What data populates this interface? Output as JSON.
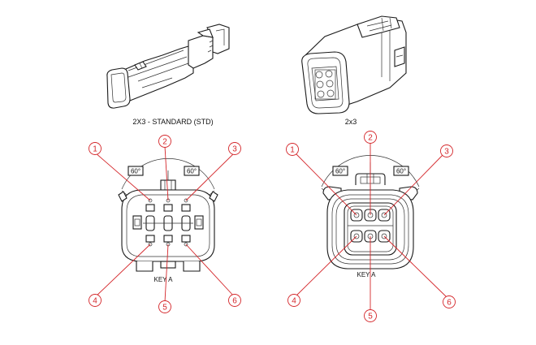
{
  "captions": {
    "left_view": "2X3 - STANDARD (STD)",
    "right_view": "2x3"
  },
  "angle_labels": {
    "left_a": "60°",
    "left_b": "60°",
    "right_a": "60°",
    "right_b": "60°"
  },
  "key_labels": {
    "left": "KEY A",
    "right": "KEY A"
  },
  "callouts_left": [
    "1",
    "2",
    "3",
    "4",
    "5",
    "6"
  ],
  "callouts_right": [
    "1",
    "2",
    "3",
    "4",
    "5",
    "6"
  ],
  "colors": {
    "callout": "#d4262a",
    "line": "#1a1a1a"
  }
}
